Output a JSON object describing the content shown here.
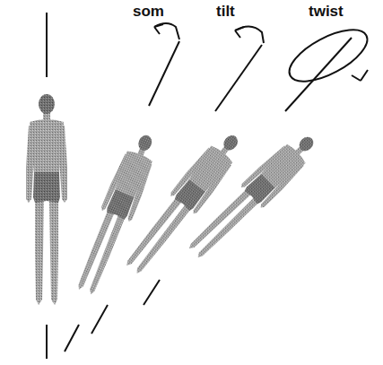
{
  "diagram": {
    "labels": [
      "som",
      "tilt",
      "twist"
    ]
  }
}
